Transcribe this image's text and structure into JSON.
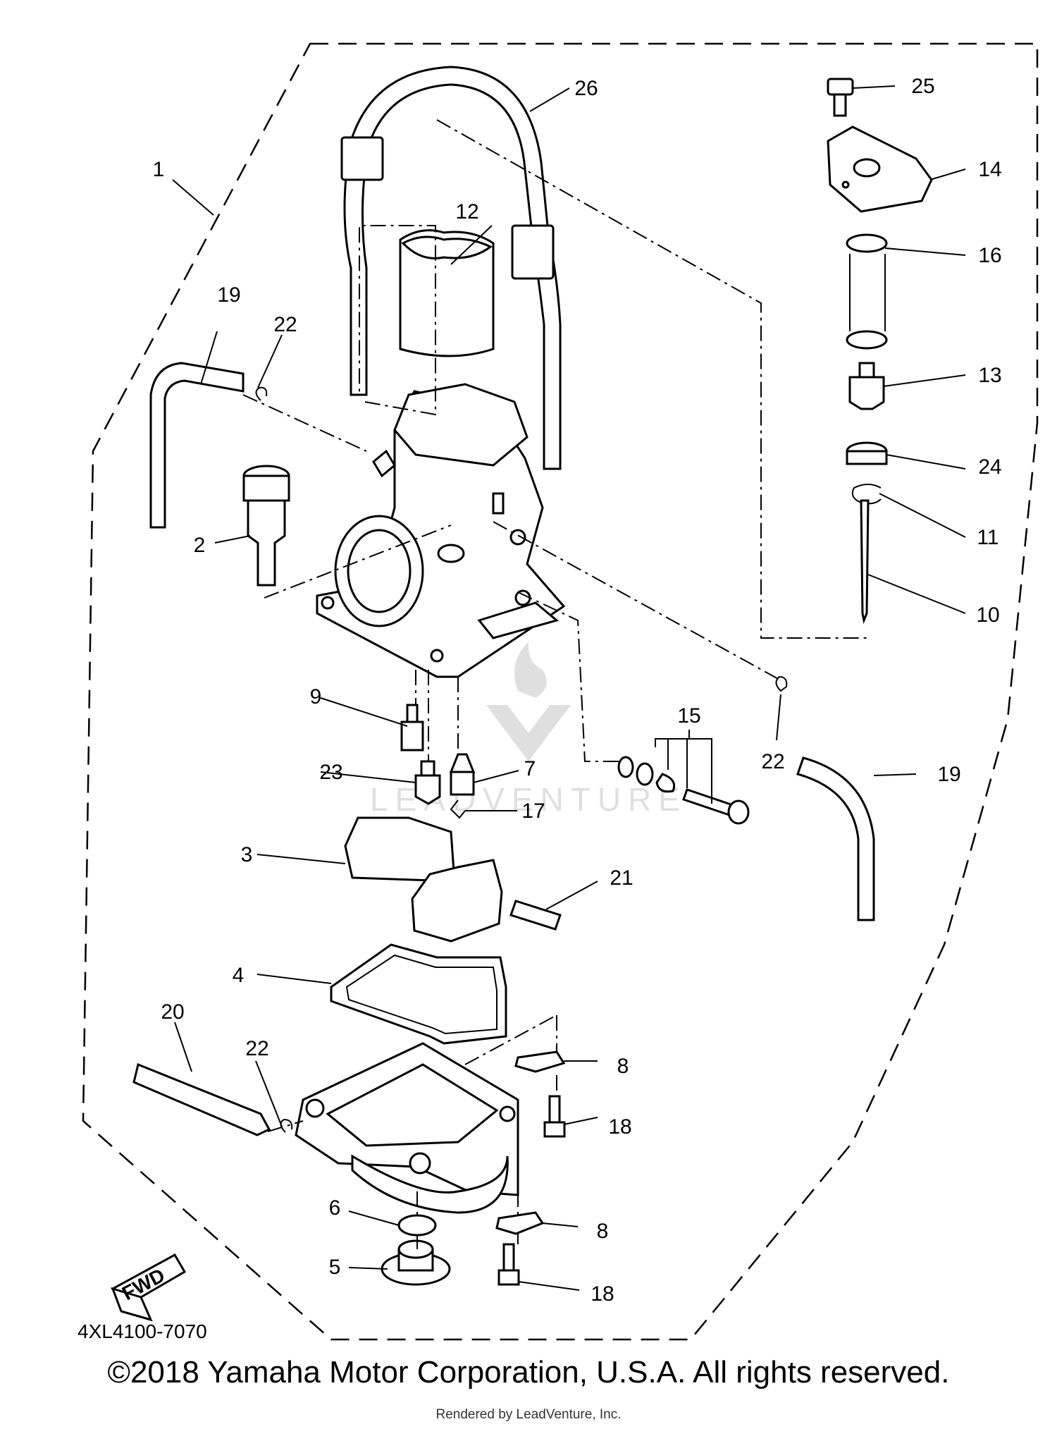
{
  "diagram": {
    "drawing_code": "4XL4100-7070",
    "copyright": "©2018 Yamaha Motor Corporation, U.S.A. All rights reserved.",
    "rendered_by": "Rendered by LeadVenture, Inc.",
    "watermark": "LEADVENTURE",
    "fwd_label": "FWD",
    "callouts": {
      "c1": "1",
      "c2": "2",
      "c3": "3",
      "c4": "4",
      "c5": "5",
      "c6": "6",
      "c7": "7",
      "c8a": "8",
      "c8b": "8",
      "c9": "9",
      "c10": "10",
      "c11": "11",
      "c12": "12",
      "c13": "13",
      "c14": "14",
      "c15": "15",
      "c16": "16",
      "c17": "17",
      "c18a": "18",
      "c18b": "18",
      "c19a": "19",
      "c19b": "19",
      "c20": "20",
      "c21": "21",
      "c22a": "22",
      "c22b": "22",
      "c22c": "22",
      "c23": "23",
      "c24": "24",
      "c25": "25",
      "c26": "26"
    }
  }
}
